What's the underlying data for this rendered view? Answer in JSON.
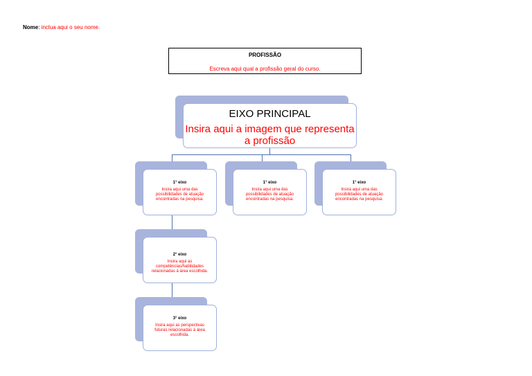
{
  "header": {
    "name_label": "Nome",
    "name_sep": ":",
    "name_hint": "inclua aqui o seu nome."
  },
  "profession": {
    "title": "PROFISSÃO",
    "hint": "Escreva aqui qual a profissão geral do curso."
  },
  "main_axis": {
    "title": "EIXO PRINCIPAL",
    "hint": "Insira aqui a imagem que representa a profissão"
  },
  "first_axes": [
    {
      "title": "1° eixo",
      "hint": "Insira aqui uma das possibilidades de atuação encontradas na pesquisa."
    },
    {
      "title": "1° eixo",
      "hint": "Insira aqui uma das possibilidades de atuação encontradas na pesquisa."
    },
    {
      "title": "1° eixo",
      "hint": "Insira aqui uma das possibilidades de atuação encontradas na pesquisa."
    }
  ],
  "second_axis": {
    "title": "2° eixo",
    "hint": "Insira aqui as competências/habilidades relacionadas à área escolhida."
  },
  "third_axis": {
    "title": "3° eixo",
    "hint": "Insira aqui as perspectivas futuras relacionadas à área escolhida."
  },
  "colors": {
    "hint_text": "#ff0000",
    "connector": "#4f6fb0",
    "shadow_shape": "#a8b4dc"
  }
}
